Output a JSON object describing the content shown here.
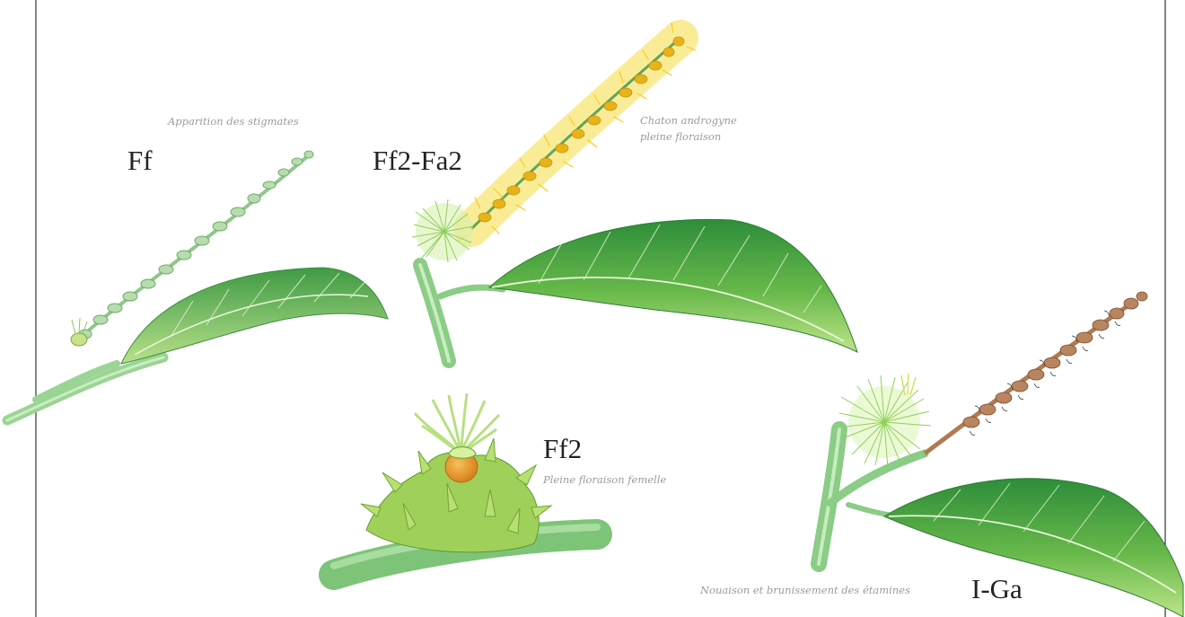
{
  "stages": [
    {
      "id": "ff",
      "code": "Ff",
      "caption_lines": [
        "Apparition des stigmates"
      ]
    },
    {
      "id": "ff2-fa2",
      "code": "Ff2-Fa2",
      "caption_lines": [
        "Chaton androgyne",
        "pleine floraison"
      ]
    },
    {
      "id": "ff2",
      "code": "Ff2",
      "caption_lines": [
        "Pleine floraison femelle"
      ]
    },
    {
      "id": "i-ga",
      "code": "I-Ga",
      "caption_lines": [
        "Nouaison et brunissement des étamines"
      ]
    }
  ],
  "colors": {
    "leaf_dark": "#2f8f3a",
    "leaf_light": "#a8d86a",
    "stem": "#8fcf86",
    "catkin_pale": "#a9d3a0",
    "catkin_yellow": "#f0d020",
    "catkin_orange": "#e8b318",
    "catkin_brown": "#b07a52",
    "burr": "#b8e070",
    "ovary": "#e69a2a",
    "frame_line": "#333333"
  }
}
